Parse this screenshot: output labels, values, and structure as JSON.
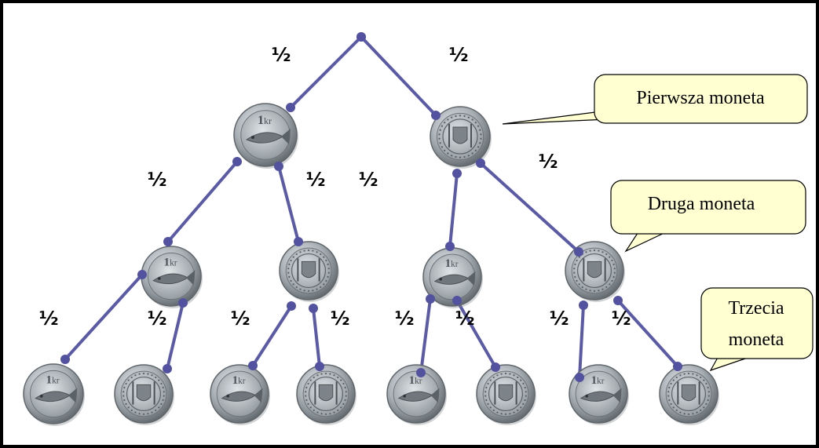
{
  "colors": {
    "branch": "#5a5aa6",
    "node": "#5252a0",
    "callout_fill": "#ffffd2",
    "callout_stroke": "#000000"
  },
  "tree": {
    "root_label": "",
    "probability_label": "½",
    "levels": [
      {
        "callout": [
          "Pierwsza moneta"
        ],
        "coins": [
          "fish-coin",
          "crest-coin"
        ]
      },
      {
        "callout": [
          "Druga moneta"
        ],
        "coins": [
          "fish-coin",
          "crest-coin",
          "fish-coin",
          "crest-coin"
        ]
      },
      {
        "callout": [
          "Trzecia",
          "moneta"
        ],
        "coins": [
          "fish-coin",
          "crest-coin",
          "fish-coin",
          "crest-coin",
          "fish-coin",
          "crest-coin",
          "fish-coin",
          "crest-coin"
        ]
      }
    ]
  },
  "coin_types": {
    "fish-coin": {
      "face": "fish",
      "tint": "#8c9498"
    },
    "crest-coin": {
      "face": "crest",
      "tint": "#9aa0a6"
    }
  }
}
